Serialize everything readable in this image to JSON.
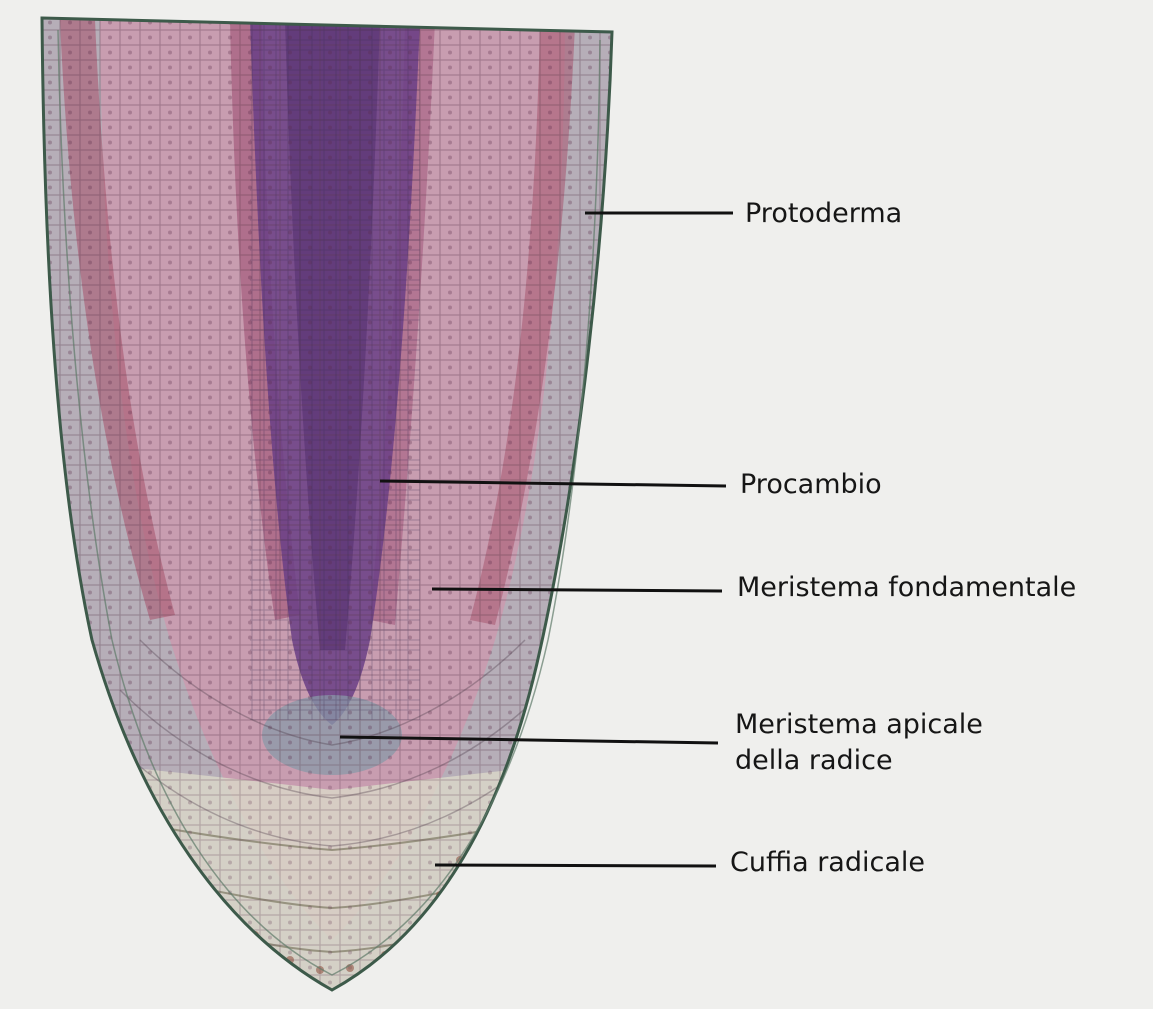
{
  "labels": {
    "protoderma": "Protoderma",
    "procambio": "Procambio",
    "meristema_fondamentale": "Meristema fondamentale",
    "meristema_apicale_line1": "Meristema apicale",
    "meristema_apicale_line2": "della radice",
    "cuffia_radicale": "Cuffia radicale"
  },
  "colors": {
    "background": "#efefed",
    "leader_line": "#111111",
    "procambium": "#6a3f86",
    "ground_meristem": "#b88aa2",
    "protoderm": "#9fb4b8",
    "root_cap": "#d9d6c8",
    "apical_meristem": "#8a9aa8"
  }
}
